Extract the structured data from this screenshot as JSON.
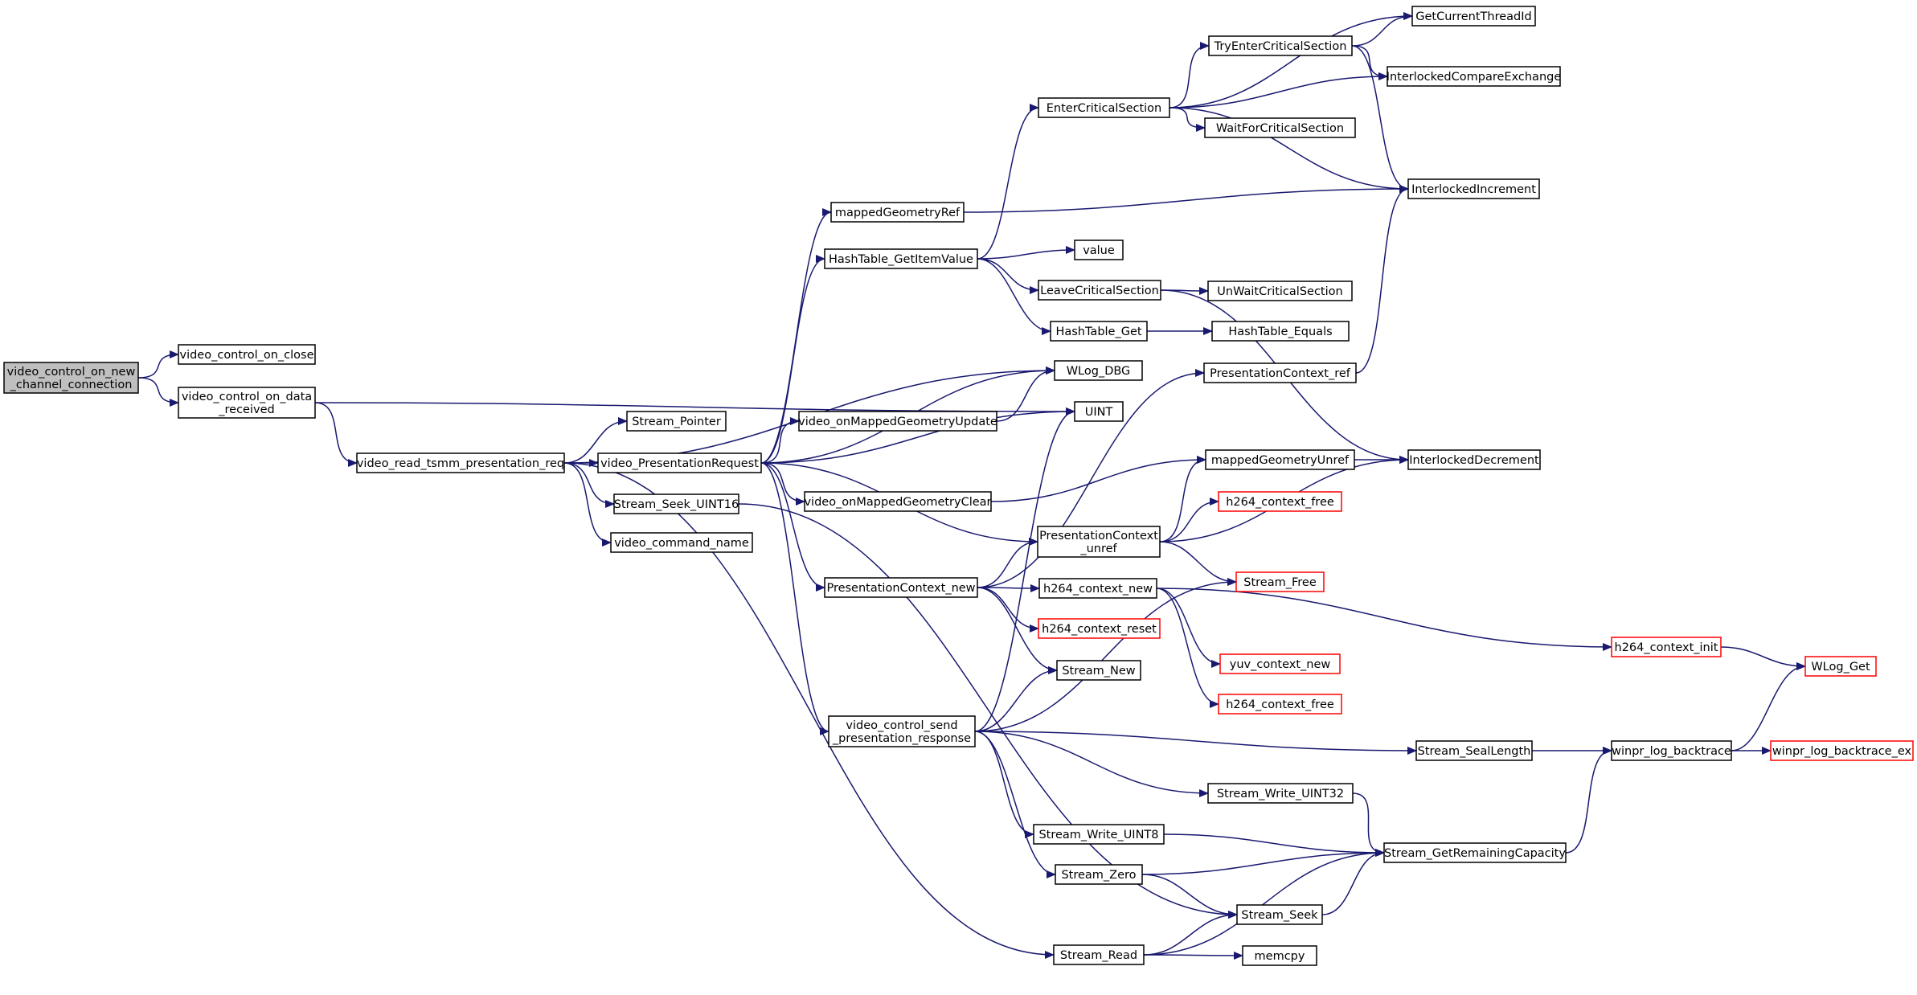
{
  "colors": {
    "edge": "#191970",
    "node_border": "#000000",
    "node_fill": "#ffffff",
    "root_fill": "#bfbfbf",
    "truncated_border": "#ff0000"
  },
  "nodes": [
    {
      "id": "root",
      "label": [
        "video_control_on_new",
        "_channel_connection"
      ],
      "kind": "root"
    },
    {
      "id": "on_close",
      "label": [
        "video_control_on_close"
      ]
    },
    {
      "id": "on_data",
      "label": [
        "video_control_on_data",
        "_received"
      ]
    },
    {
      "id": "read_tsmm",
      "label": [
        "video_read_tsmm_presentation_req"
      ]
    },
    {
      "id": "stream_pointer",
      "label": [
        "Stream_Pointer"
      ]
    },
    {
      "id": "pres_req",
      "label": [
        "video_PresentationRequest"
      ]
    },
    {
      "id": "seek_u16",
      "label": [
        "Stream_Seek_UINT16"
      ]
    },
    {
      "id": "cmd_name",
      "label": [
        "video_command_name"
      ]
    },
    {
      "id": "mapped_ref",
      "label": [
        "mappedGeometryRef"
      ]
    },
    {
      "id": "ht_getitem",
      "label": [
        "HashTable_GetItemValue"
      ]
    },
    {
      "id": "on_mg_update",
      "label": [
        "video_onMappedGeometryUpdate"
      ]
    },
    {
      "id": "on_mg_clear",
      "label": [
        "video_onMappedGeometryClear"
      ]
    },
    {
      "id": "pc_new",
      "label": [
        "PresentationContext_new"
      ]
    },
    {
      "id": "send_resp",
      "label": [
        "video_control_send",
        "_presentation_response"
      ]
    },
    {
      "id": "enter_cs",
      "label": [
        "EnterCriticalSection"
      ]
    },
    {
      "id": "value",
      "label": [
        "value"
      ]
    },
    {
      "id": "leave_cs",
      "label": [
        "LeaveCriticalSection"
      ]
    },
    {
      "id": "ht_get",
      "label": [
        "HashTable_Get"
      ]
    },
    {
      "id": "wlog_dbg",
      "label": [
        "WLog_DBG"
      ]
    },
    {
      "id": "uint",
      "label": [
        "UINT"
      ]
    },
    {
      "id": "pc_unref",
      "label": [
        "PresentationContext",
        "_unref"
      ]
    },
    {
      "id": "h264_new",
      "label": [
        "h264_context_new"
      ]
    },
    {
      "id": "h264_reset",
      "label": [
        "h264_context_reset"
      ],
      "kind": "truncated"
    },
    {
      "id": "stream_new",
      "label": [
        "Stream_New"
      ]
    },
    {
      "id": "stream_write_u8",
      "label": [
        "Stream_Write_UINT8"
      ]
    },
    {
      "id": "stream_zero",
      "label": [
        "Stream_Zero"
      ]
    },
    {
      "id": "stream_read",
      "label": [
        "Stream_Read"
      ]
    },
    {
      "id": "try_enter_cs",
      "label": [
        "TryEnterCriticalSection"
      ]
    },
    {
      "id": "wait_cs",
      "label": [
        "WaitForCriticalSection"
      ]
    },
    {
      "id": "unwait_cs",
      "label": [
        "UnWaitCriticalSection"
      ]
    },
    {
      "id": "ht_equals",
      "label": [
        "HashTable_Equals"
      ]
    },
    {
      "id": "pc_ref",
      "label": [
        "PresentationContext_ref"
      ]
    },
    {
      "id": "mapped_unref",
      "label": [
        "mappedGeometryUnref"
      ]
    },
    {
      "id": "h264_free1",
      "label": [
        "h264_context_free"
      ],
      "kind": "truncated"
    },
    {
      "id": "stream_free",
      "label": [
        "Stream_Free"
      ],
      "kind": "truncated"
    },
    {
      "id": "yuv_new",
      "label": [
        "yuv_context_new"
      ],
      "kind": "truncated"
    },
    {
      "id": "h264_free2",
      "label": [
        "h264_context_free"
      ],
      "kind": "truncated"
    },
    {
      "id": "stream_write_u32",
      "label": [
        "Stream_Write_UINT32"
      ]
    },
    {
      "id": "stream_seek",
      "label": [
        "Stream_Seek"
      ]
    },
    {
      "id": "memcpy",
      "label": [
        "memcpy"
      ]
    },
    {
      "id": "get_thread_id",
      "label": [
        "GetCurrentThreadId"
      ]
    },
    {
      "id": "interlocked_cmpxchg",
      "label": [
        "InterlockedCompareExchange"
      ]
    },
    {
      "id": "interlocked_inc",
      "label": [
        "InterlockedIncrement"
      ]
    },
    {
      "id": "interlocked_dec",
      "label": [
        "InterlockedDecrement"
      ]
    },
    {
      "id": "stream_seal",
      "label": [
        "Stream_SealLength"
      ]
    },
    {
      "id": "stream_remaining",
      "label": [
        "Stream_GetRemainingCapacity"
      ]
    },
    {
      "id": "h264_init",
      "label": [
        "h264_context_init"
      ],
      "kind": "truncated"
    },
    {
      "id": "winpr_backtrace",
      "label": [
        "winpr_log_backtrace"
      ]
    },
    {
      "id": "wlog_get",
      "label": [
        "WLog_Get"
      ],
      "kind": "truncated"
    },
    {
      "id": "winpr_backtrace_ex",
      "label": [
        "winpr_log_backtrace_ex"
      ],
      "kind": "truncated"
    }
  ],
  "edges": [
    [
      "root",
      "on_close"
    ],
    [
      "root",
      "on_data"
    ],
    [
      "on_data",
      "uint"
    ],
    [
      "on_data",
      "read_tsmm"
    ],
    [
      "read_tsmm",
      "wlog_dbg"
    ],
    [
      "read_tsmm",
      "stream_pointer"
    ],
    [
      "read_tsmm",
      "pres_req"
    ],
    [
      "read_tsmm",
      "seek_u16"
    ],
    [
      "read_tsmm",
      "cmd_name"
    ],
    [
      "read_tsmm",
      "stream_read"
    ],
    [
      "pres_req",
      "mapped_ref"
    ],
    [
      "pres_req",
      "ht_getitem"
    ],
    [
      "pres_req",
      "wlog_dbg"
    ],
    [
      "pres_req",
      "on_mg_update"
    ],
    [
      "pres_req",
      "uint"
    ],
    [
      "pres_req",
      "on_mg_clear"
    ],
    [
      "pres_req",
      "pc_unref"
    ],
    [
      "pres_req",
      "pc_new"
    ],
    [
      "pres_req",
      "send_resp"
    ],
    [
      "seek_u16",
      "stream_seek"
    ],
    [
      "mapped_ref",
      "interlocked_inc"
    ],
    [
      "ht_getitem",
      "enter_cs"
    ],
    [
      "ht_getitem",
      "value"
    ],
    [
      "ht_getitem",
      "leave_cs"
    ],
    [
      "ht_getitem",
      "ht_get"
    ],
    [
      "on_mg_update",
      "wlog_dbg"
    ],
    [
      "on_mg_clear",
      "mapped_unref"
    ],
    [
      "pc_new",
      "pc_ref"
    ],
    [
      "pc_new",
      "pc_unref"
    ],
    [
      "pc_new",
      "h264_new"
    ],
    [
      "pc_new",
      "h264_reset"
    ],
    [
      "pc_new",
      "stream_new"
    ],
    [
      "send_resp",
      "uint"
    ],
    [
      "send_resp",
      "stream_new"
    ],
    [
      "send_resp",
      "stream_free"
    ],
    [
      "send_resp",
      "stream_seal"
    ],
    [
      "send_resp",
      "stream_write_u32"
    ],
    [
      "send_resp",
      "stream_write_u8"
    ],
    [
      "send_resp",
      "stream_zero"
    ],
    [
      "enter_cs",
      "get_thread_id"
    ],
    [
      "enter_cs",
      "try_enter_cs"
    ],
    [
      "enter_cs",
      "interlocked_cmpxchg"
    ],
    [
      "enter_cs",
      "wait_cs"
    ],
    [
      "enter_cs",
      "interlocked_inc"
    ],
    [
      "try_enter_cs",
      "get_thread_id"
    ],
    [
      "try_enter_cs",
      "interlocked_cmpxchg"
    ],
    [
      "try_enter_cs",
      "interlocked_inc"
    ],
    [
      "leave_cs",
      "unwait_cs"
    ],
    [
      "leave_cs",
      "interlocked_dec"
    ],
    [
      "ht_get",
      "ht_equals"
    ],
    [
      "pc_ref",
      "interlocked_inc"
    ],
    [
      "mapped_unref",
      "interlocked_dec"
    ],
    [
      "pc_unref",
      "mapped_unref"
    ],
    [
      "pc_unref",
      "h264_free1"
    ],
    [
      "pc_unref",
      "interlocked_dec"
    ],
    [
      "pc_unref",
      "stream_free"
    ],
    [
      "h264_new",
      "h264_init"
    ],
    [
      "h264_new",
      "yuv_new"
    ],
    [
      "h264_new",
      "h264_free2"
    ],
    [
      "stream_write_u8",
      "stream_remaining"
    ],
    [
      "stream_zero",
      "stream_remaining"
    ],
    [
      "stream_zero",
      "stream_seek"
    ],
    [
      "stream_read",
      "stream_seek"
    ],
    [
      "stream_read",
      "memcpy"
    ],
    [
      "stream_read",
      "stream_remaining"
    ],
    [
      "stream_write_u32",
      "stream_remaining"
    ],
    [
      "stream_seek",
      "stream_remaining"
    ],
    [
      "stream_seal",
      "winpr_backtrace"
    ],
    [
      "stream_remaining",
      "winpr_backtrace"
    ],
    [
      "h264_init",
      "wlog_get"
    ],
    [
      "winpr_backtrace",
      "wlog_get"
    ],
    [
      "winpr_backtrace",
      "winpr_backtrace_ex"
    ]
  ]
}
